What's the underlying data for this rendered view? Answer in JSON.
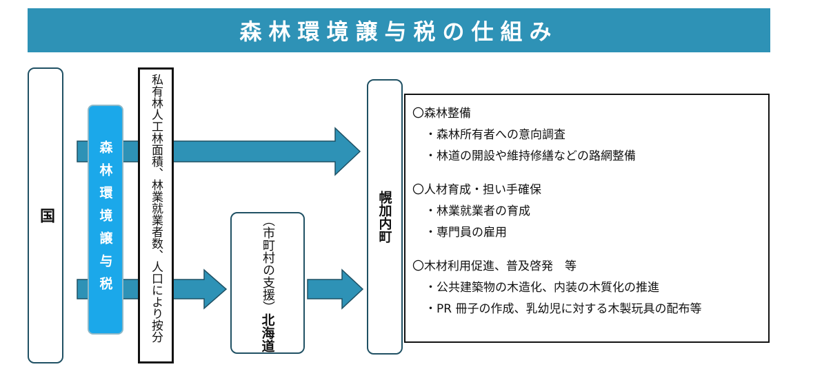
{
  "title": "森林環境譲与税の仕組み",
  "kuni": "国",
  "tax_label": "森林環境譲与税",
  "criteria": "私有林人工林面積、林業就業者数、人口により按分",
  "hokkaido": {
    "name": "北海道",
    "note": "（市町村の支援）"
  },
  "municipality": "幌加内町",
  "sections": [
    {
      "heading": "〇森林整備",
      "items": [
        "・森林所有者への意向調査",
        "・林道の開設や維持修繕などの路網整備"
      ]
    },
    {
      "heading": "〇人材育成・担い手確保",
      "items": [
        "・林業就業者の育成",
        "・専門員の雇用"
      ]
    },
    {
      "heading": "〇木材利用促進、普及啓発　等",
      "items": [
        "・公共建築物の木造化、内装の木質化の推進",
        "・PR 冊子の作成、乳幼児に対する木製玩具の配布等"
      ]
    }
  ],
  "colors": {
    "header": "#2e92b6",
    "arrow": "#2e92b6",
    "tax_pill": "#1ba8ea"
  }
}
